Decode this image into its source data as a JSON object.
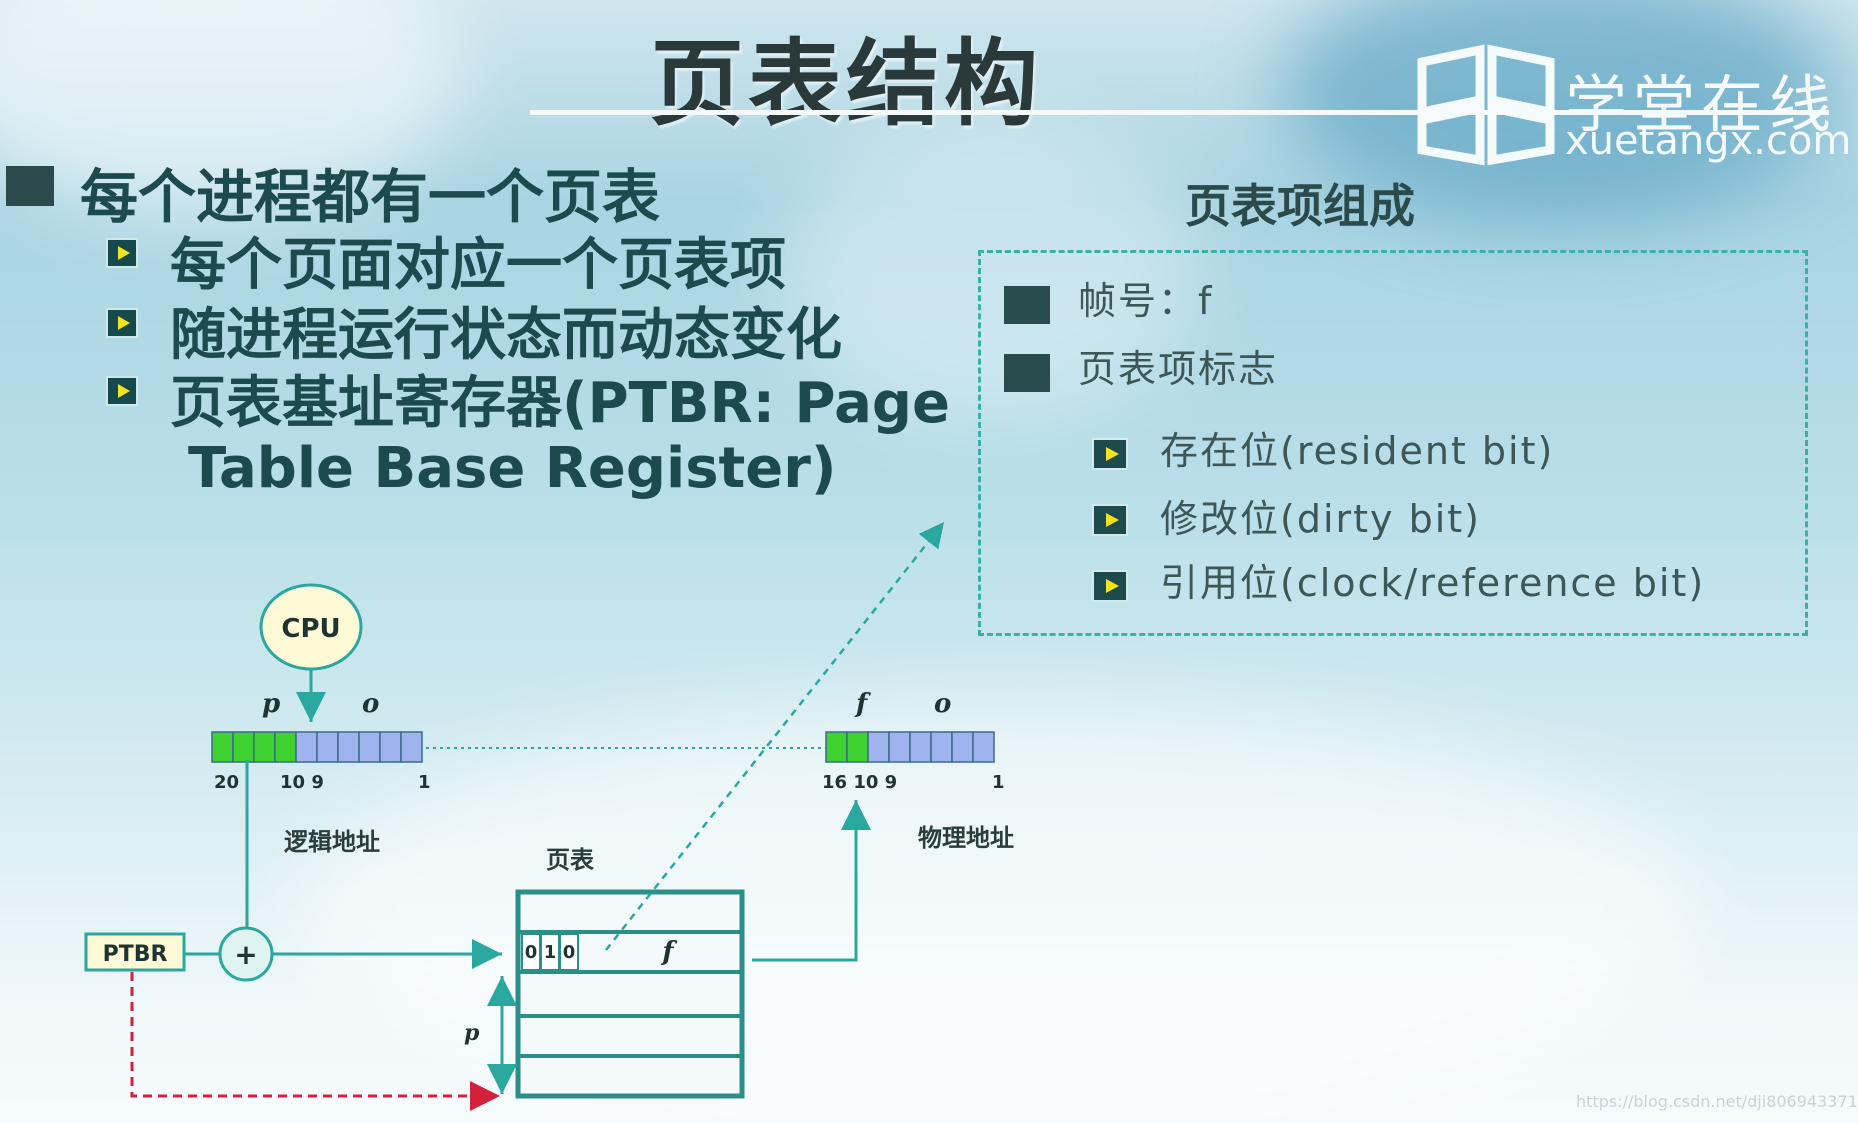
{
  "title": "页表结构",
  "logo": {
    "name": "学堂在线",
    "url": "xuetangx.com"
  },
  "main_point": "每个进程都有一个页表",
  "sub_points": [
    "每个页面对应一个页表项",
    "随进程运行状态而动态变化",
    "页表基址寄存器(PTBR: Page",
    "Table Base Register)"
  ],
  "panel": {
    "title": "页表项组成",
    "items": [
      "帧号：f",
      "页表项标志"
    ],
    "flags": [
      "存在位(resident bit)",
      "修改位(dirty bit)",
      "引用位(clock/reference bit)"
    ]
  },
  "diagram": {
    "cpu": "CPU",
    "ptbr": "PTBR",
    "adder": "+",
    "logical": {
      "label": "逻辑地址",
      "p": "p",
      "o": "o",
      "bits": [
        "20",
        "10 9",
        "1"
      ],
      "green_cells": 4,
      "blue_cells": 6
    },
    "physical": {
      "label": "物理地址",
      "f": "f",
      "o": "o",
      "bits": [
        "16 10 9",
        "1"
      ],
      "green_cells": 2,
      "blue_cells": 6
    },
    "page_table": {
      "label": "页表",
      "entry_bits": [
        "0",
        "1",
        "0"
      ],
      "entry_f": "f",
      "p_label": "p"
    },
    "colors": {
      "green": "#3fd12f",
      "blue": "#9fb3ee",
      "teal": "#2aa79e",
      "red": "#d4203c"
    }
  },
  "watermark": "https://blog.csdn.net/dji806943371"
}
